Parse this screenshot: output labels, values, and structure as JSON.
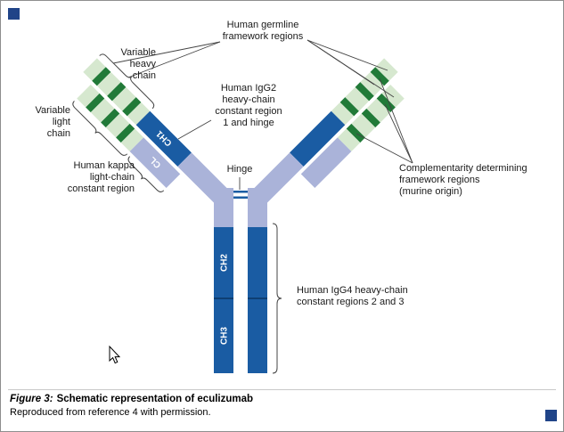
{
  "diagram": {
    "labels": {
      "germline_lines": [
        "Human germline",
        "framework regions"
      ],
      "variable_heavy_lines": [
        "Variable",
        "heavy",
        "chain"
      ],
      "variable_light_lines": [
        "Variable",
        "light",
        "chain"
      ],
      "kappa_lines": [
        "Human kappa",
        "light-chain",
        "constant region"
      ],
      "igg2_lines": [
        "Human IgG2",
        "heavy-chain",
        "constant region",
        "1 and hinge"
      ],
      "hinge": "Hinge",
      "cdr_lines": [
        "Complementarity determining",
        "framework regions",
        "(murine origin)"
      ],
      "igg4_lines": [
        "Human IgG4 heavy-chain",
        "constant regions 2 and 3"
      ]
    },
    "domain_labels": {
      "ch1": "CH1",
      "cl": "CL",
      "ch2": "CH2",
      "ch3": "CH3"
    },
    "colors": {
      "dark_blue": "#1a5ca3",
      "periwinkle": "#aab3d9",
      "light_green": "#d6e8cf",
      "dark_green": "#217a38",
      "corner_navy": "#204488",
      "line": "#444444"
    }
  },
  "caption": {
    "label": "Figure 3:",
    "title": "Schematic representation of eculizumab",
    "note": "Reproduced from reference 4 with permission."
  }
}
